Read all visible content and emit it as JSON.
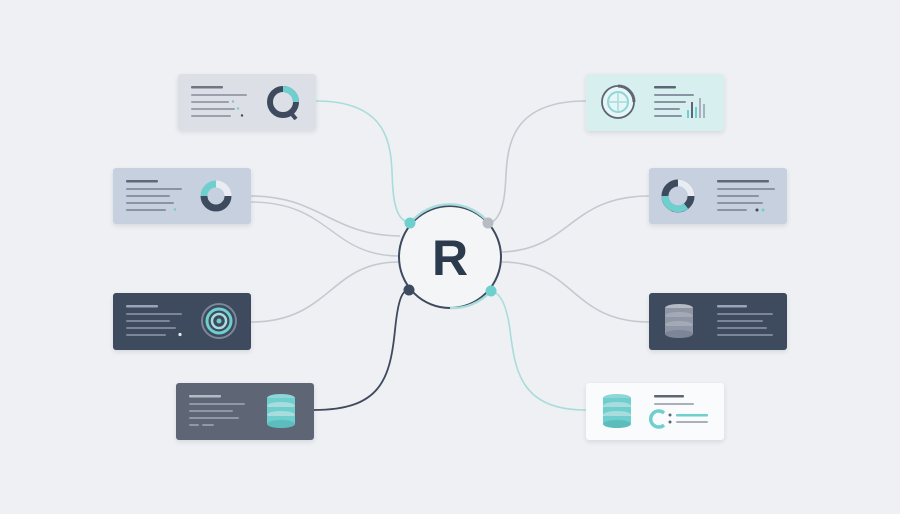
{
  "hub": {
    "letter": "R"
  },
  "colors": {
    "background": "#eef0f3",
    "teal": "#6fcfcf",
    "light_teal": "#a9dcdc",
    "gray_line": "#c4c9d0",
    "navy": "#2c3a4e",
    "dark_card": "#3e4a5e",
    "slate_card": "#5e6575",
    "blue_gray_card": "#c7d0de",
    "light_gray_card": "#dcdfe6",
    "mint_card": "#d7efef",
    "white_card": "#fafbfc"
  },
  "cards": [
    {
      "id": "card-top-left",
      "theme": "light-gray",
      "icon": "donut-chart-icon"
    },
    {
      "id": "card-mid-left",
      "theme": "blue-gray",
      "icon": "donut-chart-icon"
    },
    {
      "id": "card-low-left",
      "theme": "dark",
      "icon": "radial-target-icon"
    },
    {
      "id": "card-bottom-left",
      "theme": "slate",
      "icon": "database-icon"
    },
    {
      "id": "card-top-right",
      "theme": "mint",
      "icon": "globe-icon"
    },
    {
      "id": "card-mid-right",
      "theme": "blue-gray",
      "icon": "donut-chart-icon"
    },
    {
      "id": "card-low-right",
      "theme": "dark",
      "icon": "database-icon"
    },
    {
      "id": "card-bottom-right",
      "theme": "white",
      "icon": "database-icon"
    }
  ]
}
